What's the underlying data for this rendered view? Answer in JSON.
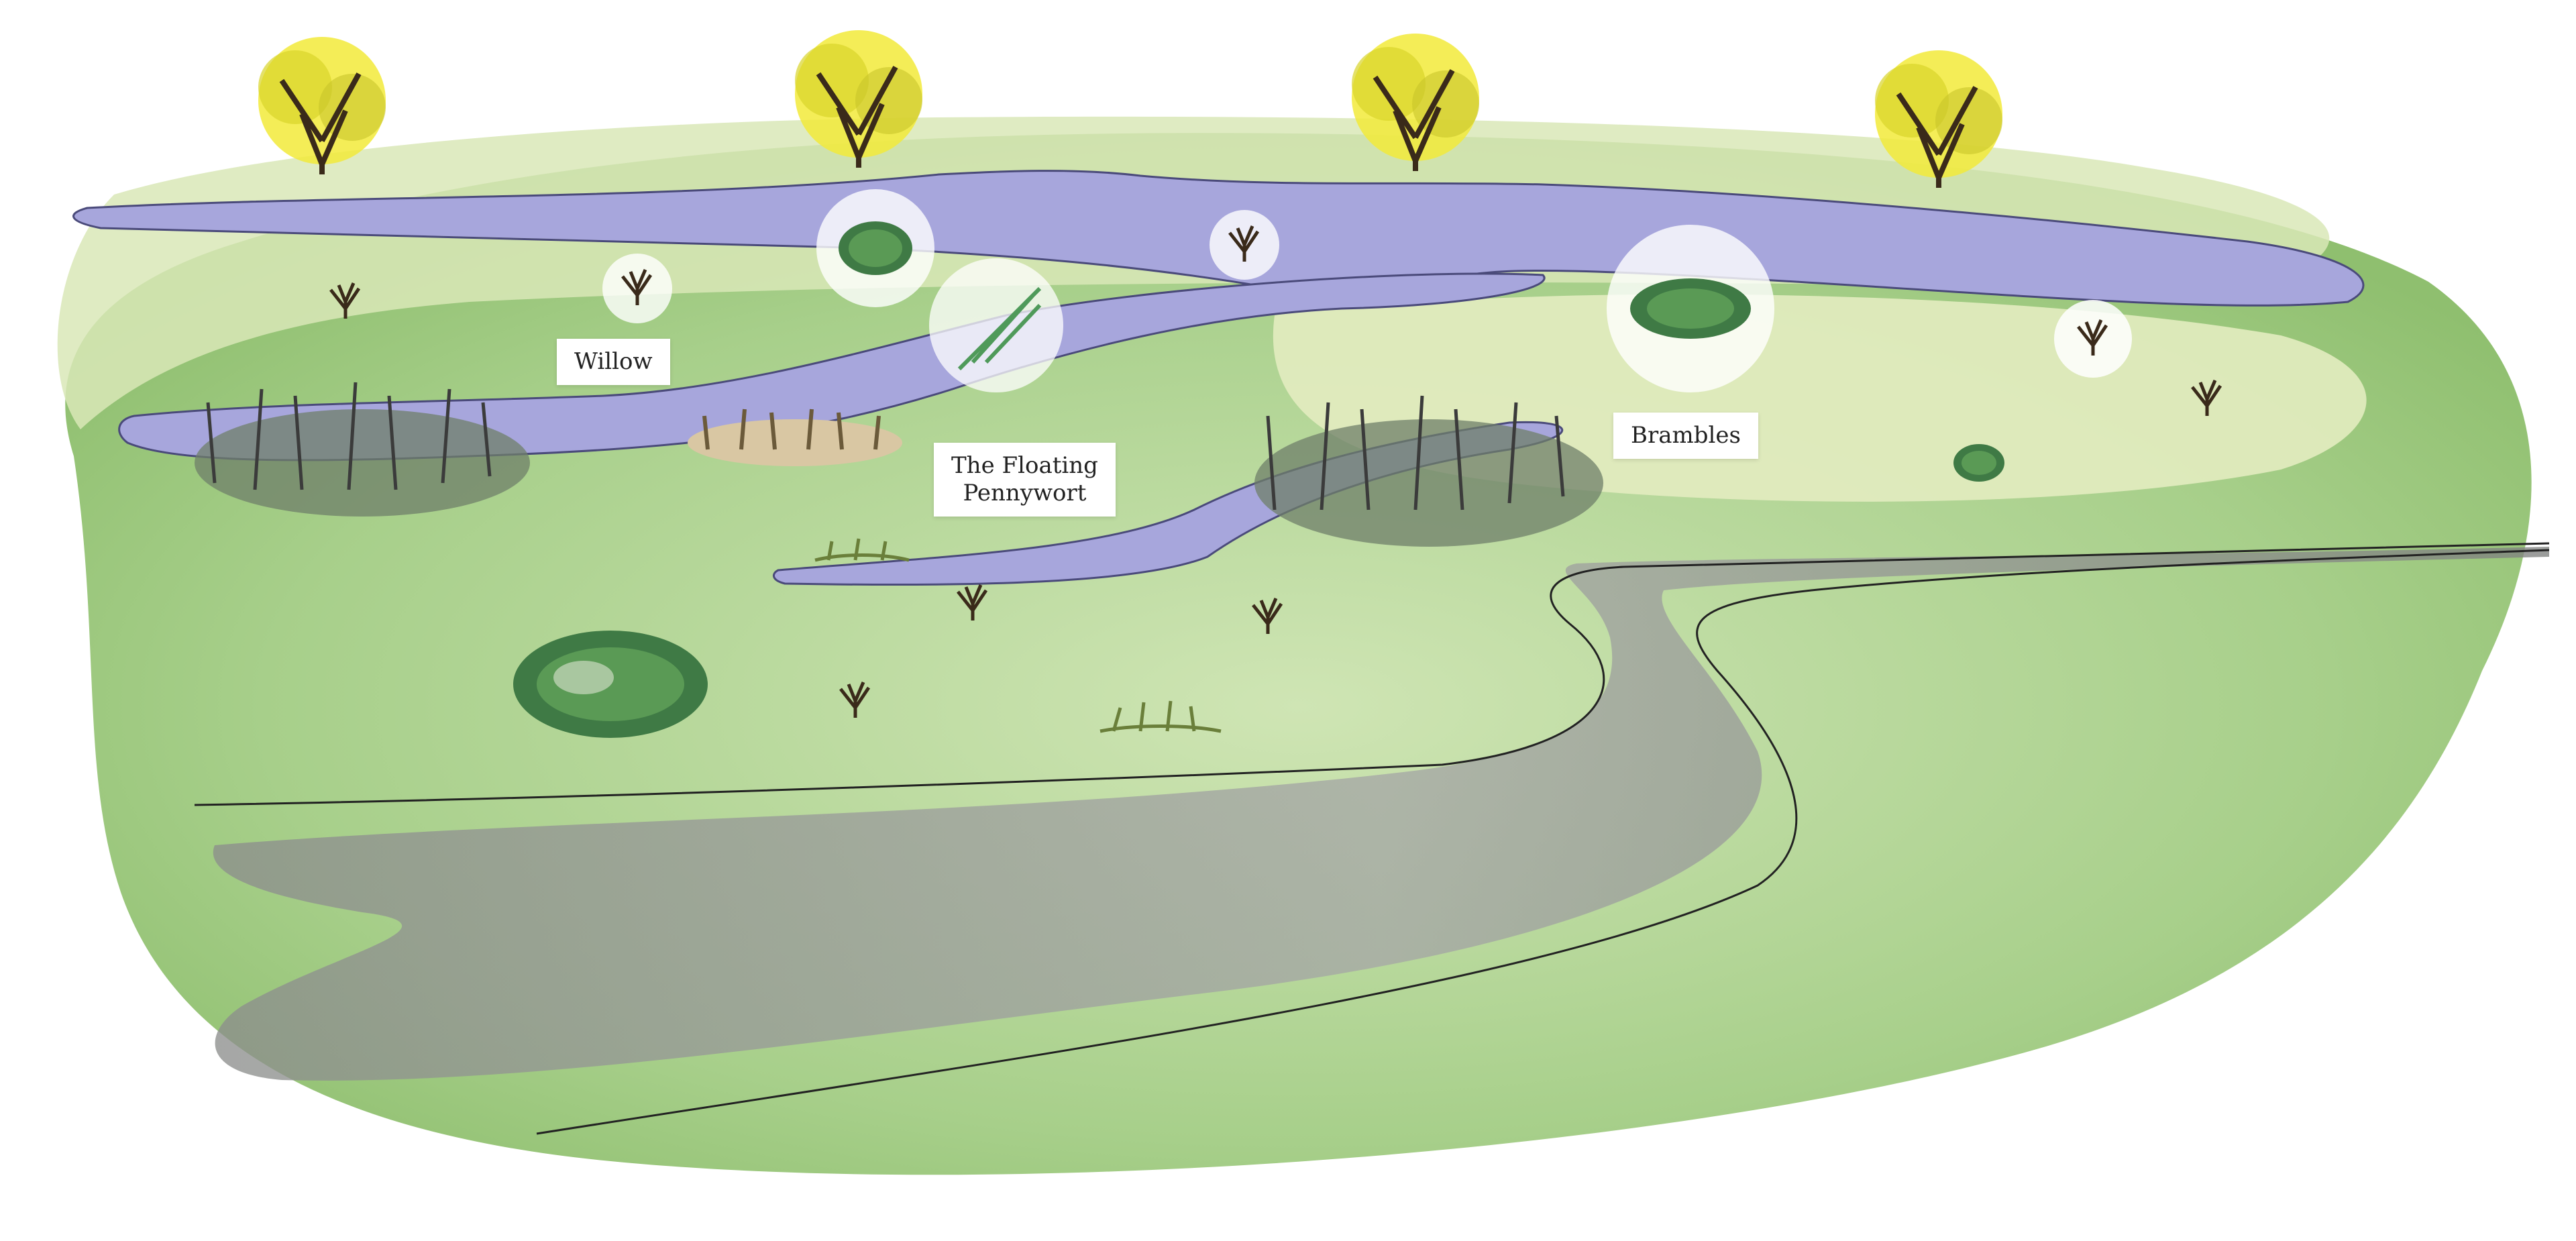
{
  "colors": {
    "meadow_dark": "#8fbf6f",
    "meadow_light": "#d6e8b8",
    "water": "#a7a6dc",
    "water_edge": "#6a6aa8",
    "path": "#9c9e9c",
    "tree_leaf": "#f2ea3a",
    "bramble": "#3f7a45",
    "highlight": "#ffffff"
  },
  "labels": {
    "willow": "Willow",
    "floating_pennywort_line1": "The Floating",
    "floating_pennywort_line2": "Pennywort",
    "brambles": "Brambles"
  },
  "icons": [
    "tree-icon",
    "bramble-bush-icon",
    "willow-shrub-icon",
    "reed-icon",
    "floating-pennywort-icon"
  ]
}
